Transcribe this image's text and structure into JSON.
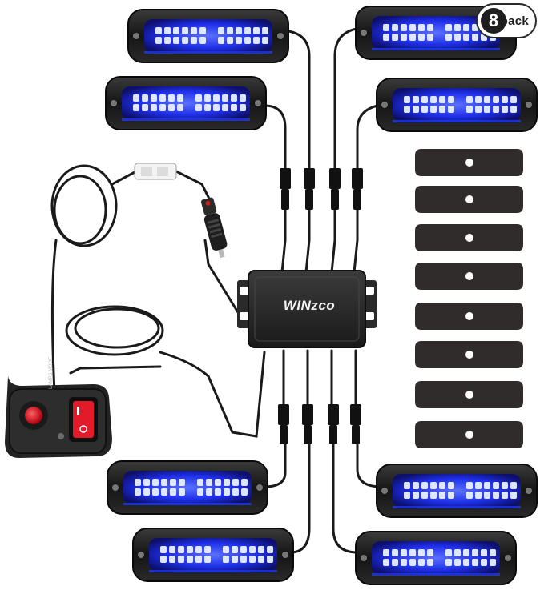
{
  "badge": {
    "count": "8",
    "word": "pack"
  },
  "brand": {
    "logo_text": "WINzco"
  },
  "switch": {
    "label_text": "LAMPS MODE"
  },
  "colors": {
    "light_blue": "#1e3cff",
    "led_white": "#e8f0ff",
    "housing": "#1b1b1b",
    "plate": "#2c2a29",
    "switch_red": "#e21a2a",
    "cable": "#1a1a1a"
  },
  "product": {
    "light_heads": 8,
    "mounting_plates": 8,
    "connectors": 8
  }
}
